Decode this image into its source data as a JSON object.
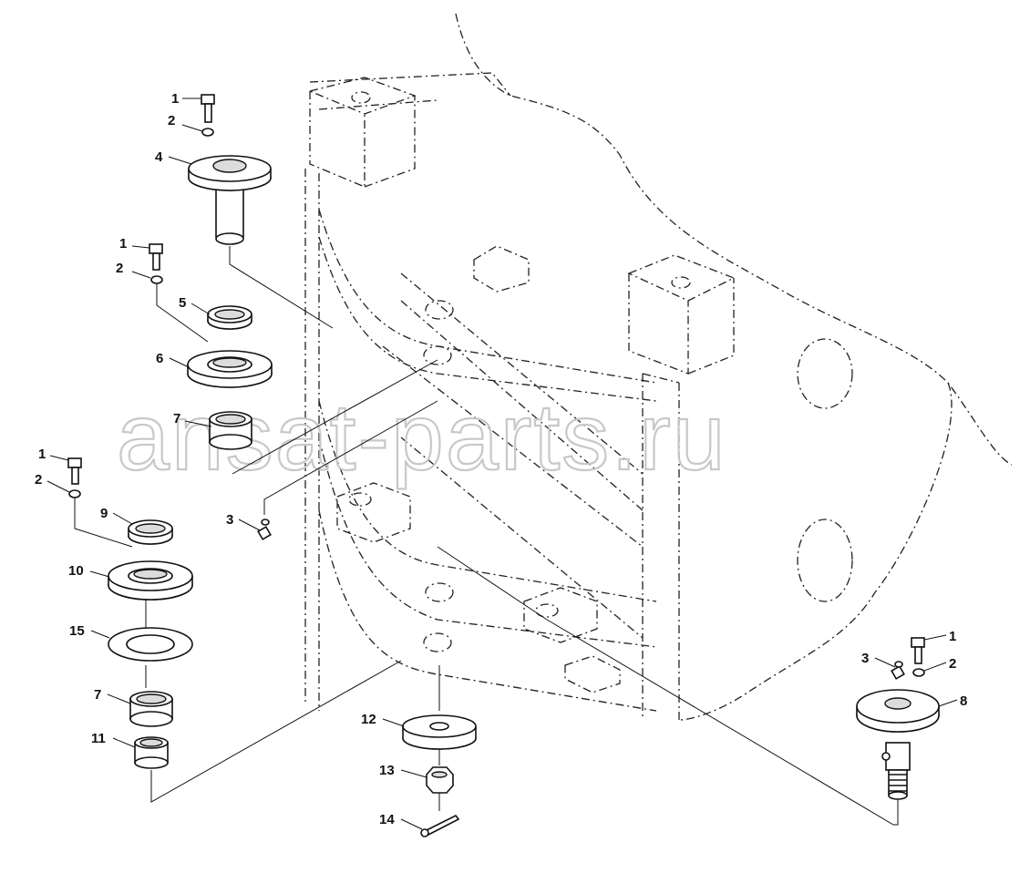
{
  "watermark": "ansat-parts.ru",
  "callouts": [
    {
      "id": "c1a",
      "label": "1"
    },
    {
      "id": "c2a",
      "label": "2"
    },
    {
      "id": "c4",
      "label": "4"
    },
    {
      "id": "c1b",
      "label": "1"
    },
    {
      "id": "c2b",
      "label": "2"
    },
    {
      "id": "c5",
      "label": "5"
    },
    {
      "id": "c6",
      "label": "6"
    },
    {
      "id": "c7a",
      "label": "7"
    },
    {
      "id": "c1c",
      "label": "1"
    },
    {
      "id": "c2c",
      "label": "2"
    },
    {
      "id": "c9",
      "label": "9"
    },
    {
      "id": "c3a",
      "label": "3"
    },
    {
      "id": "c10",
      "label": "10"
    },
    {
      "id": "c15",
      "label": "15"
    },
    {
      "id": "c7b",
      "label": "7"
    },
    {
      "id": "c11",
      "label": "11"
    },
    {
      "id": "c12",
      "label": "12"
    },
    {
      "id": "c13",
      "label": "13"
    },
    {
      "id": "c14",
      "label": "14"
    },
    {
      "id": "c1d",
      "label": "1"
    },
    {
      "id": "c3b",
      "label": "3"
    },
    {
      "id": "c2d",
      "label": "2"
    },
    {
      "id": "c8",
      "label": "8"
    }
  ]
}
